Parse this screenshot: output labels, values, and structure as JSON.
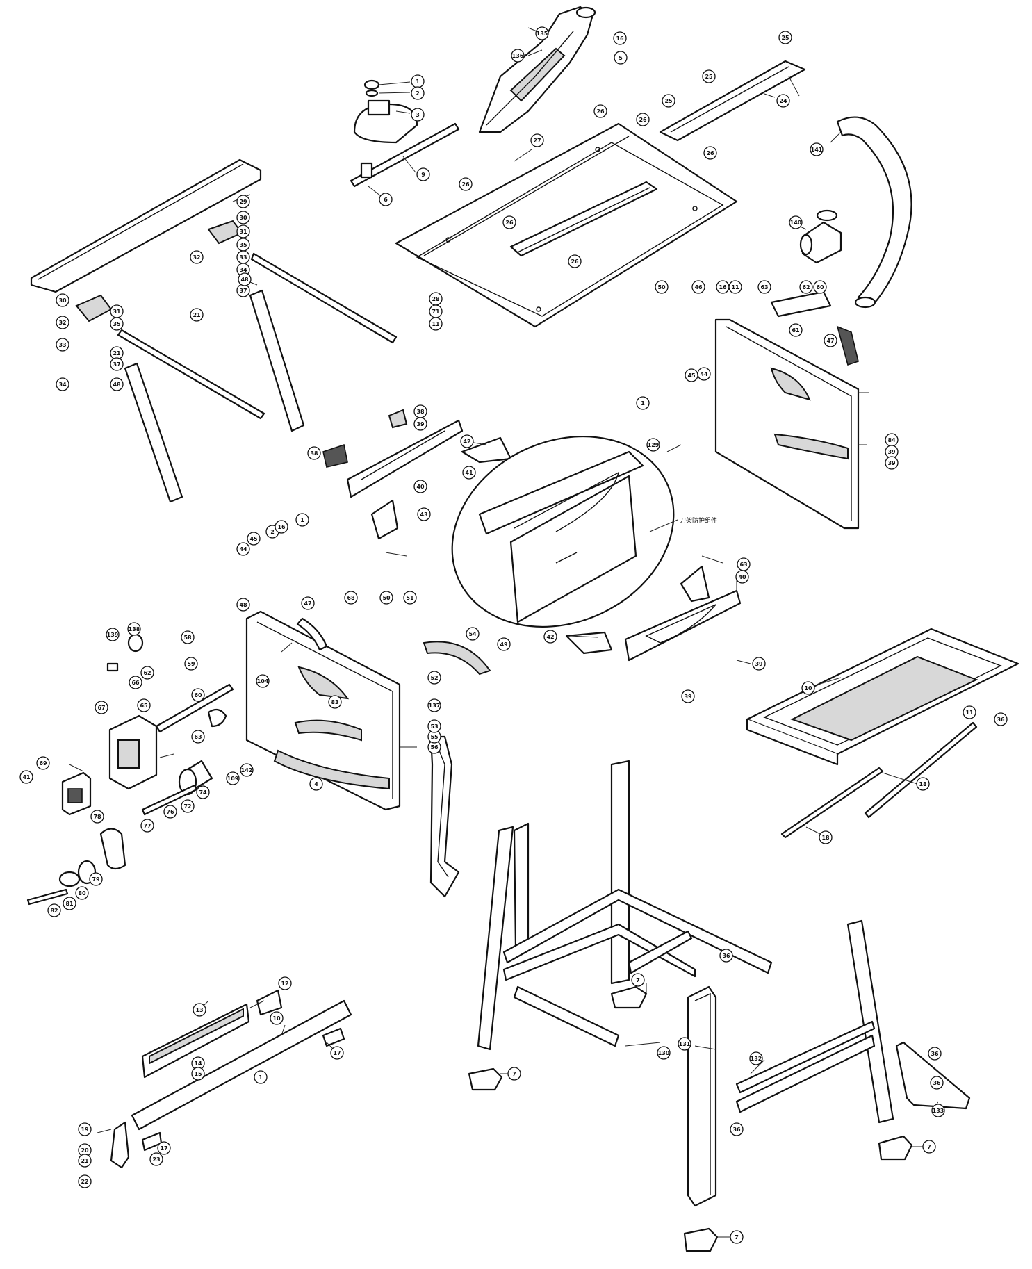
{
  "diagram": {
    "note_label": "刀架防护组件",
    "callouts": [
      {
        "id": "c135",
        "label": "135"
      },
      {
        "id": "c136",
        "label": "136"
      },
      {
        "id": "c16a",
        "label": "16"
      },
      {
        "id": "c5a",
        "label": "5"
      },
      {
        "id": "c1a",
        "label": "1"
      },
      {
        "id": "c2a",
        "label": "2"
      },
      {
        "id": "c3a",
        "label": "3"
      },
      {
        "id": "c9a",
        "label": "9"
      },
      {
        "id": "c6a",
        "label": "6"
      },
      {
        "id": "c27",
        "label": "27"
      },
      {
        "id": "c26a",
        "label": "26"
      },
      {
        "id": "c26b",
        "label": "26"
      },
      {
        "id": "c26c",
        "label": "26"
      },
      {
        "id": "c26d",
        "label": "26"
      },
      {
        "id": "c26e",
        "label": "26"
      },
      {
        "id": "c26f",
        "label": "26"
      },
      {
        "id": "c25a",
        "label": "25"
      },
      {
        "id": "c25b",
        "label": "25"
      },
      {
        "id": "c25c",
        "label": "25"
      },
      {
        "id": "c24",
        "label": "24"
      },
      {
        "id": "c141",
        "label": "141"
      },
      {
        "id": "c140",
        "label": "140"
      },
      {
        "id": "c29",
        "label": "29"
      },
      {
        "id": "c30a",
        "label": "30"
      },
      {
        "id": "c31a",
        "label": "31"
      },
      {
        "id": "c35a",
        "label": "35"
      },
      {
        "id": "c33a",
        "label": "33"
      },
      {
        "id": "c34a",
        "label": "34"
      },
      {
        "id": "c32a",
        "label": "32"
      },
      {
        "id": "c21a",
        "label": "21"
      },
      {
        "id": "c37a",
        "label": "37"
      },
      {
        "id": "c48a",
        "label": "48"
      },
      {
        "id": "c30b",
        "label": "30"
      },
      {
        "id": "c31b",
        "label": "31"
      },
      {
        "id": "c32b",
        "label": "32"
      },
      {
        "id": "c33b",
        "label": "33"
      },
      {
        "id": "c34b",
        "label": "34"
      },
      {
        "id": "c35b",
        "label": "35"
      },
      {
        "id": "c21b",
        "label": "21"
      },
      {
        "id": "c37b",
        "label": "37"
      },
      {
        "id": "c48b",
        "label": "48"
      },
      {
        "id": "c28a",
        "label": "28"
      },
      {
        "id": "c71a",
        "label": "71"
      },
      {
        "id": "c11a",
        "label": "11"
      },
      {
        "id": "c50a",
        "label": "50"
      },
      {
        "id": "c46a",
        "label": "46"
      },
      {
        "id": "c16b",
        "label": "16"
      },
      {
        "id": "c11b",
        "label": "11"
      },
      {
        "id": "c63a",
        "label": "63"
      },
      {
        "id": "c62a",
        "label": "62"
      },
      {
        "id": "c60a",
        "label": "60"
      },
      {
        "id": "c61a",
        "label": "61"
      },
      {
        "id": "c47a",
        "label": "47"
      },
      {
        "id": "c45a",
        "label": "45"
      },
      {
        "id": "c44a",
        "label": "44"
      },
      {
        "id": "c1b",
        "label": "1"
      },
      {
        "id": "c129a",
        "label": "129"
      },
      {
        "id": "c84a",
        "label": "84"
      },
      {
        "id": "c39a",
        "label": "39"
      },
      {
        "id": "c39b",
        "label": "39"
      },
      {
        "id": "c38a",
        "label": "38"
      },
      {
        "id": "c39c",
        "label": "39"
      },
      {
        "id": "c42a",
        "label": "42"
      },
      {
        "id": "c40a",
        "label": "40"
      },
      {
        "id": "c41a",
        "label": "41"
      },
      {
        "id": "c43a",
        "label": "43"
      },
      {
        "id": "c38b",
        "label": "38"
      },
      {
        "id": "c44b",
        "label": "44"
      },
      {
        "id": "c45b",
        "label": "45"
      },
      {
        "id": "c2b",
        "label": "2"
      },
      {
        "id": "c16c",
        "label": "16"
      },
      {
        "id": "c1c",
        "label": "1"
      },
      {
        "id": "c48c",
        "label": "48"
      },
      {
        "id": "c47b",
        "label": "47"
      },
      {
        "id": "c68a",
        "label": "68"
      },
      {
        "id": "c50b",
        "label": "50"
      },
      {
        "id": "c51a",
        "label": "51"
      },
      {
        "id": "c54a",
        "label": "54"
      },
      {
        "id": "c49a",
        "label": "49"
      },
      {
        "id": "c139",
        "label": "139"
      },
      {
        "id": "c138",
        "label": "138"
      },
      {
        "id": "c58a",
        "label": "58"
      },
      {
        "id": "c59a",
        "label": "59"
      },
      {
        "id": "c62b",
        "label": "62"
      },
      {
        "id": "c66a",
        "label": "66"
      },
      {
        "id": "c65a",
        "label": "65"
      },
      {
        "id": "c67a",
        "label": "67"
      },
      {
        "id": "c60b",
        "label": "60"
      },
      {
        "id": "c63b",
        "label": "63"
      },
      {
        "id": "c56a",
        "label": "56"
      },
      {
        "id": "c55a",
        "label": "55"
      },
      {
        "id": "c53a",
        "label": "53"
      },
      {
        "id": "c137",
        "label": "137"
      },
      {
        "id": "c52a",
        "label": "52"
      },
      {
        "id": "c104",
        "label": "104"
      },
      {
        "id": "c83a",
        "label": "83"
      },
      {
        "id": "c69a",
        "label": "69"
      },
      {
        "id": "c41b",
        "label": "41"
      },
      {
        "id": "c78a",
        "label": "78"
      },
      {
        "id": "c74a",
        "label": "74"
      },
      {
        "id": "c72a",
        "label": "72"
      },
      {
        "id": "c76a",
        "label": "76"
      },
      {
        "id": "c77a",
        "label": "77"
      },
      {
        "id": "c79a",
        "label": "79"
      },
      {
        "id": "c80a",
        "label": "80"
      },
      {
        "id": "c81a",
        "label": "81"
      },
      {
        "id": "c82a",
        "label": "82"
      },
      {
        "id": "c109",
        "label": "109"
      },
      {
        "id": "c142",
        "label": "142"
      },
      {
        "id": "c4a",
        "label": "4"
      },
      {
        "id": "c63c",
        "label": "63"
      },
      {
        "id": "c40b",
        "label": "40"
      },
      {
        "id": "c42b",
        "label": "42"
      },
      {
        "id": "c39d",
        "label": "39"
      },
      {
        "id": "c39e",
        "label": "39"
      },
      {
        "id": "c10a",
        "label": "10"
      },
      {
        "id": "c11c",
        "label": "11"
      },
      {
        "id": "c36a",
        "label": "36"
      },
      {
        "id": "c18a",
        "label": "18"
      },
      {
        "id": "c18b",
        "label": "18"
      },
      {
        "id": "c13a",
        "label": "13"
      },
      {
        "id": "c12a",
        "label": "12"
      },
      {
        "id": "c10b",
        "label": "10"
      },
      {
        "id": "c17a",
        "label": "17"
      },
      {
        "id": "c14a",
        "label": "14"
      },
      {
        "id": "c15a",
        "label": "15"
      },
      {
        "id": "c1d",
        "label": "1"
      },
      {
        "id": "c19a",
        "label": "19"
      },
      {
        "id": "c20a",
        "label": "20"
      },
      {
        "id": "c21c",
        "label": "21"
      },
      {
        "id": "c22a",
        "label": "22"
      },
      {
        "id": "c23a",
        "label": "23"
      },
      {
        "id": "c17b",
        "label": "17"
      },
      {
        "id": "c7a",
        "label": "7"
      },
      {
        "id": "c7b",
        "label": "7"
      },
      {
        "id": "c7c",
        "label": "7"
      },
      {
        "id": "c7d",
        "label": "7"
      },
      {
        "id": "c130",
        "label": "130"
      },
      {
        "id": "c131",
        "label": "131"
      },
      {
        "id": "c132",
        "label": "132"
      },
      {
        "id": "c133",
        "label": "133"
      },
      {
        "id": "c36b",
        "label": "36"
      },
      {
        "id": "c36c",
        "label": "36"
      },
      {
        "id": "c36d",
        "label": "36"
      },
      {
        "id": "c36e",
        "label": "36"
      }
    ]
  }
}
